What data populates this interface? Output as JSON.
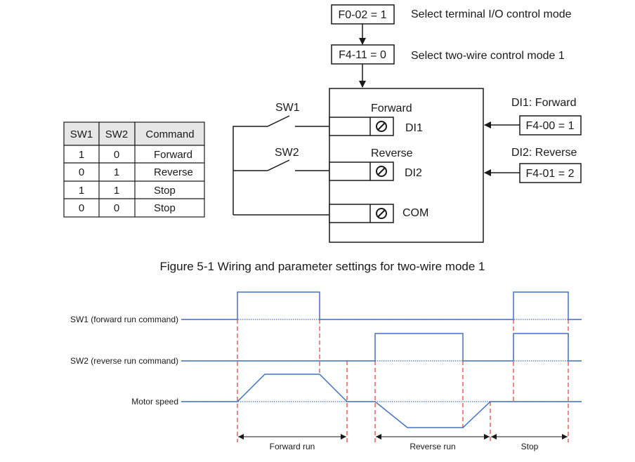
{
  "top_params": {
    "box1": "F0-02 = 1",
    "desc1": "Select terminal I/O control mode",
    "box2": "F4-11 = 0",
    "desc2": "Select two-wire control mode 1"
  },
  "truth_table": {
    "headers": [
      "SW1",
      "SW2",
      "Command"
    ],
    "rows": [
      [
        "1",
        "0",
        "Forward"
      ],
      [
        "0",
        "1",
        "Reverse"
      ],
      [
        "1",
        "1",
        "Stop"
      ],
      [
        "0",
        "0",
        "Stop"
      ]
    ]
  },
  "switches": {
    "sw1": "SW1",
    "sw2": "SW2"
  },
  "drive": {
    "forward_label": "Forward",
    "reverse_label": "Reverse",
    "di1": "DI1",
    "di2": "DI2",
    "com": "COM"
  },
  "params_right": {
    "di1_title": "DI1: Forward",
    "di1_box": "F4-00 = 1",
    "di2_title": "DI2: Reverse",
    "di2_box": "F4-01 = 2"
  },
  "figure_caption": "Figure 5-1 Wiring and parameter settings for two-wire mode 1",
  "timing": {
    "signals": [
      "SW1 (forward run command)",
      "SW2 (reverse run command)",
      "Motor speed"
    ],
    "phases": [
      "Forward run",
      "Reverse run",
      "Stop"
    ]
  },
  "colors": {
    "line": "#1a1a1a",
    "signal": "#4472c4",
    "dashed": "#e53935"
  }
}
